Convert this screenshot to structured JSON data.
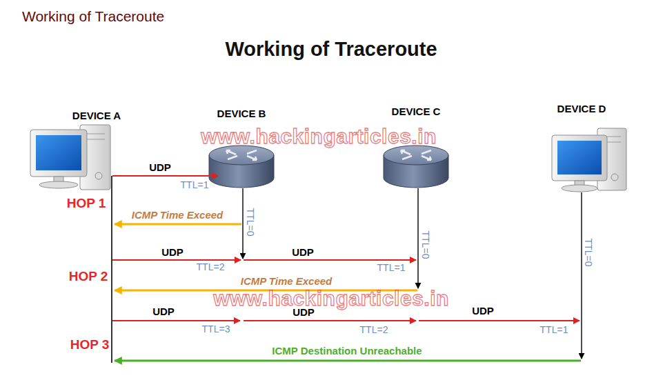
{
  "diagram": {
    "title": "Working of Traceroute",
    "nodes": [
      {
        "text": [
          "DEVICE A"
        ]
      },
      {
        "text": [
          "DEVICE B"
        ]
      },
      {
        "text": [
          "DEVICE C"
        ]
      },
      {
        "text": [
          "DEVICE D"
        ]
      }
    ],
    "labels": [
      "Working of Traceroute",
      "www.hackingarticles.in",
      "UDP",
      "TTL=1",
      "HOP 1",
      "ICMP Time Exceed",
      "TTL=0",
      "UDP",
      "TTL=2",
      "UDP",
      "TTL=1",
      "TTL=0",
      "HOP 2",
      "ICMP Time Exceed",
      "www.hackingarticles.in",
      "TTL=0",
      "UDP",
      "TTL=3",
      "UDP",
      "TTL=2",
      "UDP",
      "TTL=1",
      "HOP 3",
      "ICMP Destination Unreachable"
    ]
  }
}
